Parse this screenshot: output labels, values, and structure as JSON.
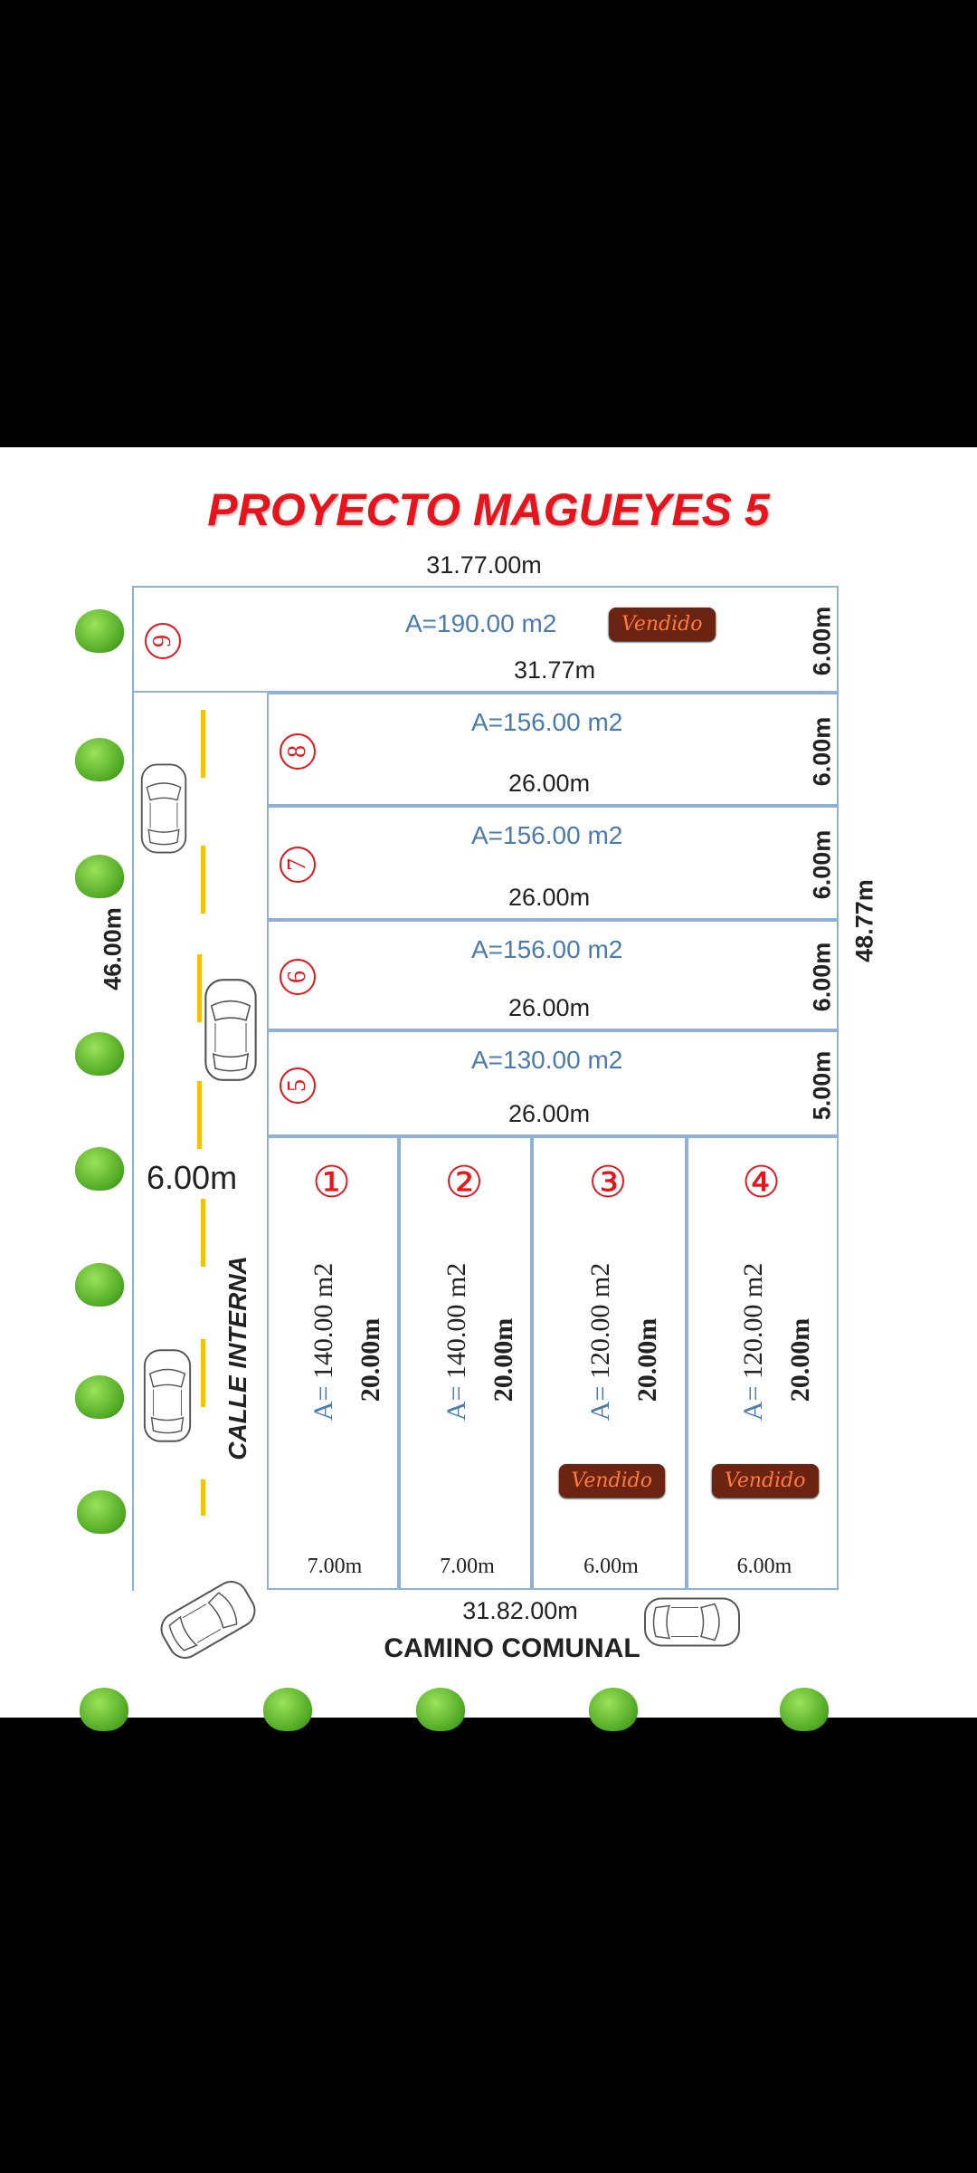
{
  "title": "PROYECTO MAGUEYES 5",
  "top_dim": "31.77.00m",
  "bottom_dim": "31.82.00m",
  "road_label": "CAMINO COMUNAL",
  "street_label": "CALLE INTERNA",
  "street_width": "6.00m",
  "left_dim": "46.00m",
  "right_dim": "48.77m",
  "sold_label": "Vendido",
  "colors": {
    "title": "#e8141c",
    "area": "#4a7bb0",
    "border": "#8fb1d6",
    "sold_bg": "#6b2412",
    "sold_text": "#ff7a3a",
    "lane": "#f4c20d"
  },
  "lots_horizontal": [
    {
      "num": "9",
      "area": "A=190.00 m2",
      "width": "31.77m",
      "depth": "6.00m",
      "sold": true
    },
    {
      "num": "8",
      "area": "A=156.00 m2",
      "width": "26.00m",
      "depth": "6.00m",
      "sold": false
    },
    {
      "num": "7",
      "area": "A=156.00 m2",
      "width": "26.00m",
      "depth": "6.00m",
      "sold": false
    },
    {
      "num": "6",
      "area": "A=156.00 m2",
      "width": "26.00m",
      "depth": "6.00m",
      "sold": false
    },
    {
      "num": "5",
      "area": "A=130.00 m2",
      "width": "26.00m",
      "depth": "5.00m",
      "sold": false
    }
  ],
  "lots_vertical": [
    {
      "num": "①",
      "area": "A= 140.00 m2",
      "depth": "20.00m",
      "front": "7.00m",
      "sold": false
    },
    {
      "num": "②",
      "area": "A= 140.00 m2",
      "depth": "20.00m",
      "front": "7.00m",
      "sold": false
    },
    {
      "num": "③",
      "area": "A= 120.00 m2",
      "depth": "20.00m",
      "front": "6.00m",
      "sold": true
    },
    {
      "num": "④",
      "area": "A= 120.00 m2",
      "depth": "20.00m",
      "front": "6.00m",
      "sold": true
    }
  ]
}
